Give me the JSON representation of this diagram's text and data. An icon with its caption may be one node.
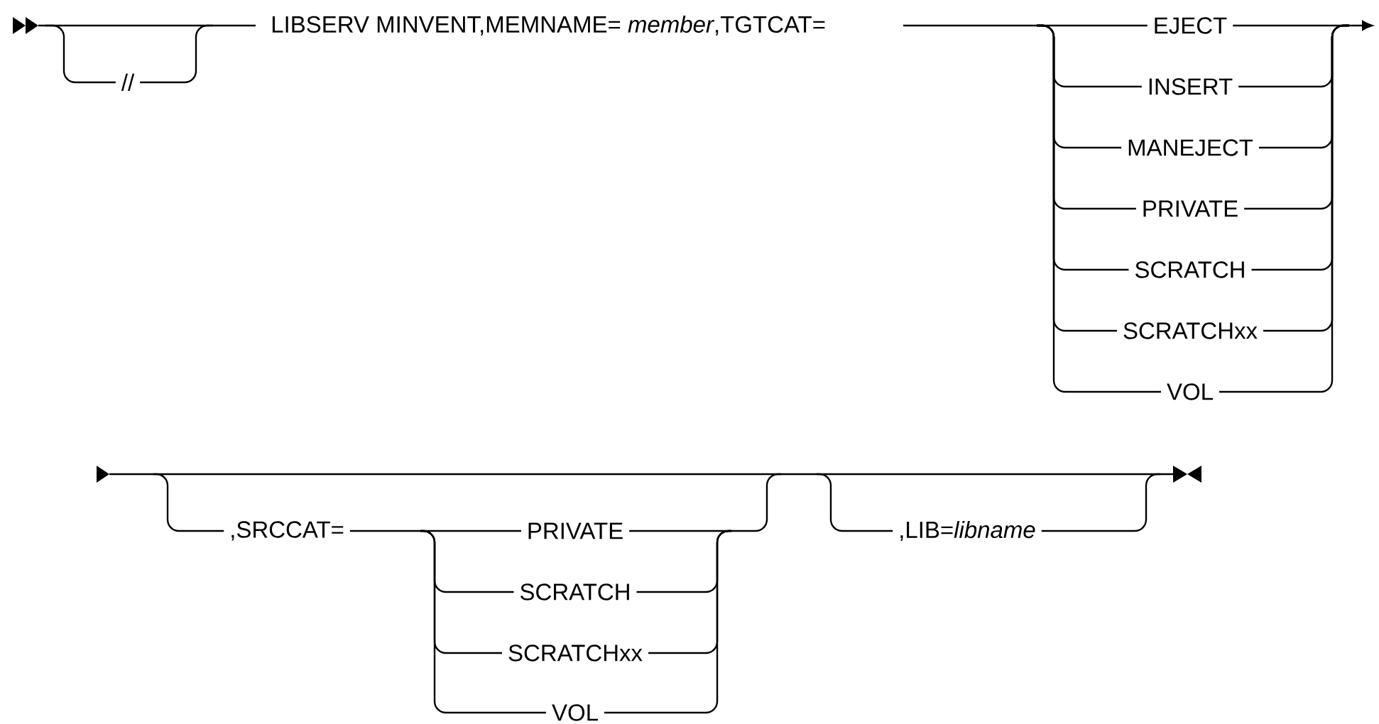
{
  "diagram": {
    "labels": [
      "//",
      "LIBSERV MINVENT,MEMNAME= *member*,TGTCAT=",
      "EJECT",
      "INSERT",
      "MANEJECT",
      "PRIVATE",
      "SCRATCH",
      "SCRATCHxx",
      "VOL",
      ",SRCCAT=",
      "PRIVATE",
      "SCRATCH",
      "SCRATCHxx",
      "VOL",
      ",LIB=*libname*"
    ]
  }
}
